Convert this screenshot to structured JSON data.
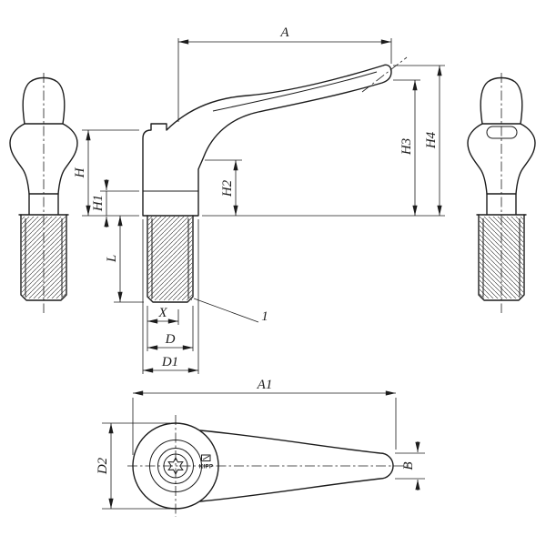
{
  "meta": {
    "background_color": "#ffffff",
    "line_color": "#1c1c1c"
  },
  "dimensions": {
    "a": "A",
    "h": "H",
    "h1": "H1",
    "h2": "H2",
    "h3": "H3",
    "h4": "H4",
    "l": "L",
    "x": "X",
    "d": "D",
    "d1": "D1",
    "a1": "A1",
    "d2": "D2",
    "b": "B"
  },
  "callout": {
    "item_1": "1"
  },
  "logo_text": "KIPP"
}
